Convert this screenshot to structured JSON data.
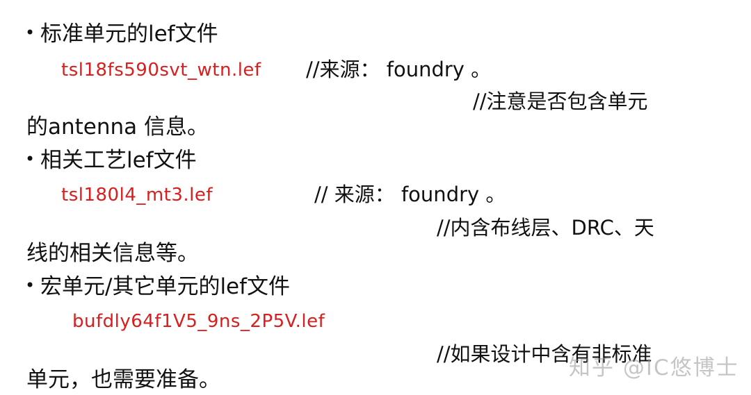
{
  "sections": [
    {
      "bullet": "•",
      "heading": "标准单元的lef文件",
      "file": "tsl18fs590svt_wtn.lef",
      "comment_source": "//来源： foundry 。",
      "comment_note": "//注意是否包含单元",
      "continuation": "的antenna 信息。"
    },
    {
      "bullet": "•",
      "heading": "相关工艺lef文件",
      "file": "tsl180l4_mt3.lef",
      "comment_source": "// 来源： foundry 。",
      "comment_note": "//内含布线层、DRC、天",
      "continuation": "线的相关信息等。"
    },
    {
      "bullet": "•",
      "heading": "宏单元/其它单元的lef文件",
      "file": "bufdly64f1V5_9ns_2P5V.lef",
      "comment_note": "//如果设计中含有非标准",
      "continuation": "单元，也需要准备。"
    }
  ],
  "watermark": "知乎 @IC悠博士",
  "colors": {
    "text": "#111111",
    "filename": "#d81e1e",
    "watermark": "#969696"
  }
}
